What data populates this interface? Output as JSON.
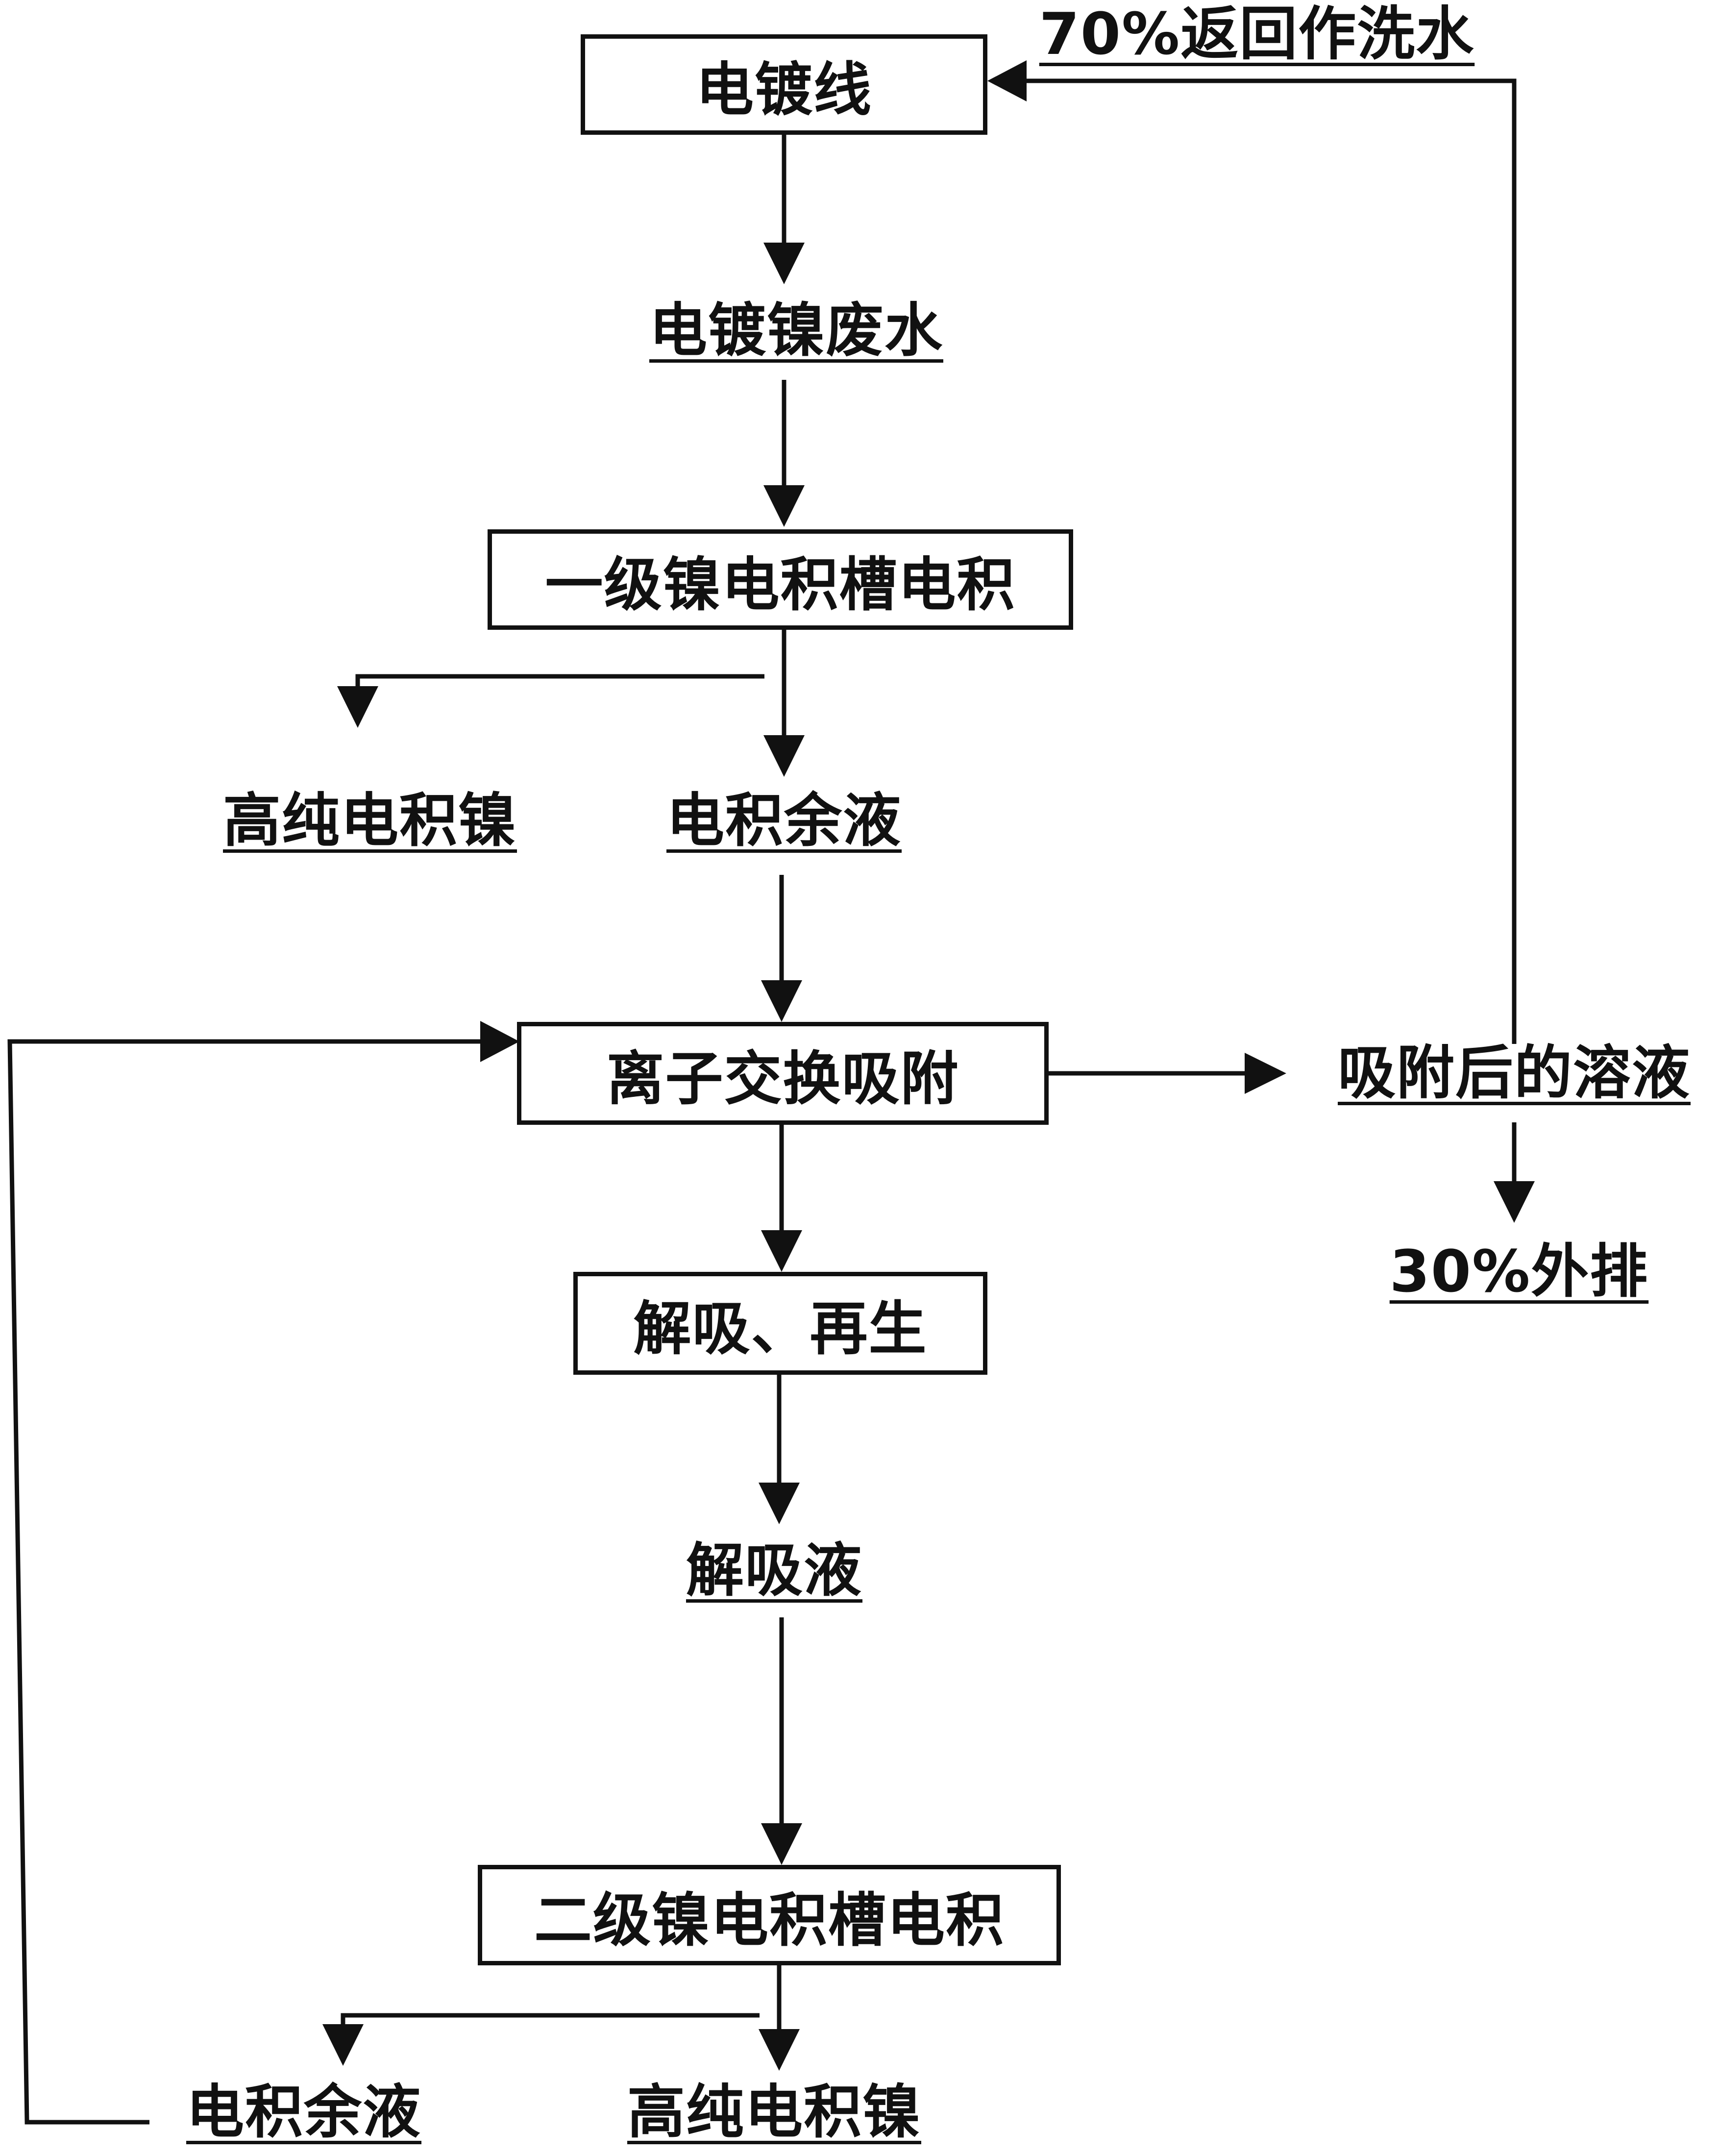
{
  "diagram": {
    "nodes": {
      "plating_line": "电镀线",
      "nickel_wastewater": "电镀镍废水",
      "stage1_electrowinning": "一级镍电积槽电积",
      "high_purity_nickel_1": "高纯电积镍",
      "electrowinning_residue_1": "电积余液",
      "ion_exchange": "离子交换吸附",
      "adsorbed_solution": "吸附后的溶液",
      "return_wash_water": "70%返回作洗水",
      "discharge": "30%外排",
      "desorption_regeneration": "解吸、再生",
      "desorption_liquid": "解吸液",
      "stage2_electrowinning": "二级镍电积槽电积",
      "electrowinning_residue_2": "电积余液",
      "high_purity_nickel_2": "高纯电积镍"
    },
    "edges": [
      {
        "from": "plating_line",
        "to": "nickel_wastewater"
      },
      {
        "from": "nickel_wastewater",
        "to": "stage1_electrowinning"
      },
      {
        "from": "stage1_electrowinning",
        "to": "high_purity_nickel_1"
      },
      {
        "from": "stage1_electrowinning",
        "to": "electrowinning_residue_1"
      },
      {
        "from": "electrowinning_residue_1",
        "to": "ion_exchange"
      },
      {
        "from": "ion_exchange",
        "to": "adsorbed_solution"
      },
      {
        "from": "adsorbed_solution",
        "to": "plating_line",
        "label": "return_wash_water"
      },
      {
        "from": "adsorbed_solution",
        "to": "discharge"
      },
      {
        "from": "ion_exchange",
        "to": "desorption_regeneration"
      },
      {
        "from": "desorption_regeneration",
        "to": "desorption_liquid"
      },
      {
        "from": "desorption_liquid",
        "to": "stage2_electrowinning"
      },
      {
        "from": "stage2_electrowinning",
        "to": "electrowinning_residue_2"
      },
      {
        "from": "stage2_electrowinning",
        "to": "high_purity_nickel_2"
      },
      {
        "from": "electrowinning_residue_2",
        "to": "ion_exchange"
      }
    ]
  }
}
